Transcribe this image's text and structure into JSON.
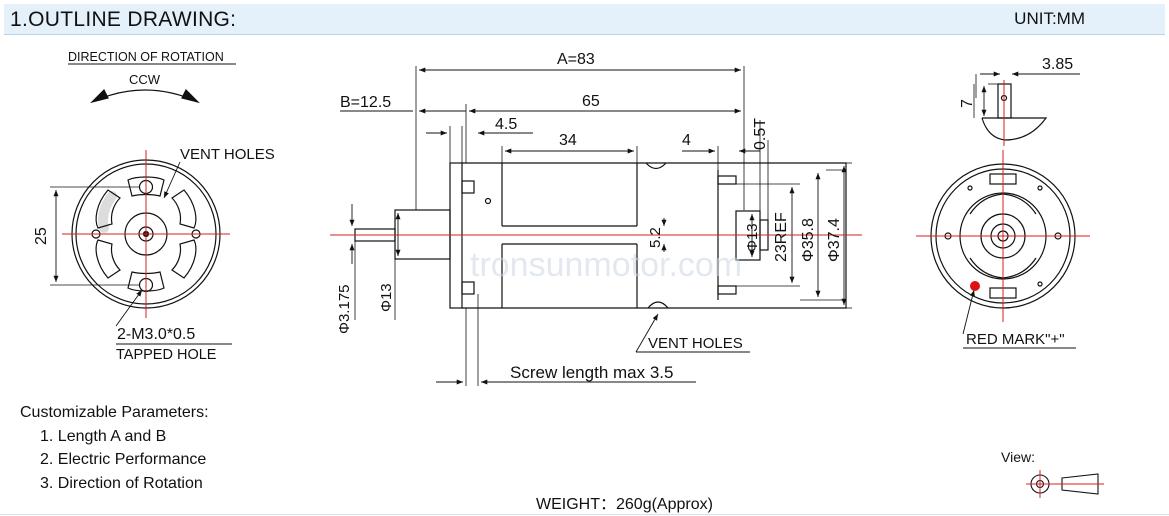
{
  "header": {
    "title": "1.OUTLINE DRAWING:",
    "unit": "UNIT:MM"
  },
  "left_view": {
    "rotation_label": "DIRECTION OF ROTATION",
    "ccw": "CCW",
    "vent_holes": "VENT HOLES",
    "dim_25": "25",
    "thread": "2-M3.0*0.5",
    "tapped": "TAPPED HOLE"
  },
  "side_view": {
    "A": "A=83",
    "B": "B=12.5",
    "d65": "65",
    "d45": "4.5",
    "d34": "34",
    "d4": "4",
    "d05t": "0.5T",
    "d52": "5.2",
    "phi13_right": "Φ13",
    "ref23": "23REF",
    "phi358": "Φ35.8",
    "phi374": "Φ37.4",
    "phi3175": "Φ3.175",
    "phi13_left": "Φ13",
    "vent_holes": "VENT HOLES",
    "screw": "Screw length max 3.5",
    "watermark": "tronsunmotor.com"
  },
  "right_view": {
    "d385": "3.85",
    "d7": "7",
    "red_mark": "RED MARK\"+\"",
    "red_color": "#e01010"
  },
  "notes": {
    "title": "Customizable Parameters:",
    "items": [
      "1. Length A and B",
      "2. Electric Performance",
      "3. Direction of Rotation"
    ]
  },
  "weight": "WEIGHT：260g(Approx)",
  "view_label": "View:",
  "colors": {
    "center_line": "#d42020",
    "header_bg": "#e4f1fb"
  }
}
